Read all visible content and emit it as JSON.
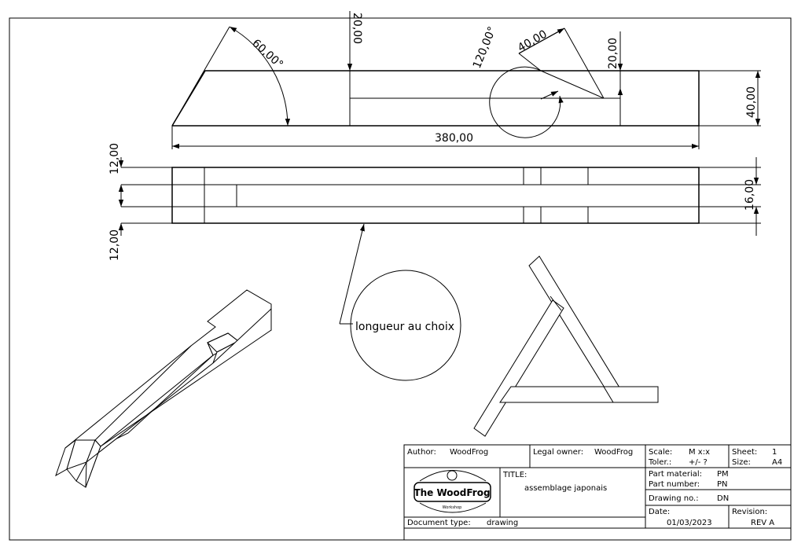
{
  "dimensions": {
    "top_20_left": "20,00",
    "angle_60": "60,00°",
    "angle_120": "120,00°",
    "len_40": "40,00",
    "top_20_right": "20,00",
    "height_40": "40,00",
    "length_380": "380,00",
    "side_12_top": "12,00",
    "side_12_bottom": "12,00",
    "side_16": "16,00"
  },
  "note": "longueur au choix",
  "title_block": {
    "author_label": "Author:",
    "author_value": "WoodFrog",
    "owner_label": "Legal owner:",
    "owner_value": "WoodFrog",
    "scale_label": "Scale:",
    "scale_value": "M x:x",
    "toler_label": "Toler.:",
    "toler_value": "+/- ?",
    "sheet_label": "Sheet:",
    "sheet_value": "1",
    "size_label": "Size:",
    "size_value": "A4",
    "logo_text": "The WoodFrog",
    "logo_sub": "Workshop",
    "title_label": "TITLE:",
    "title_value": "assemblage japonais",
    "material_label": "Part material:",
    "material_value": "PM",
    "partno_label": "Part number:",
    "partno_value": "PN",
    "drawing_label": "Drawing no.:",
    "drawing_value": "DN",
    "date_label": "Date:",
    "date_value": "01/03/2023",
    "revision_label": "Revision:",
    "revision_value": "REV A",
    "doctype_label": "Document type:",
    "doctype_value": "drawing"
  },
  "colors": {
    "line": "#000000",
    "background": "#ffffff"
  }
}
